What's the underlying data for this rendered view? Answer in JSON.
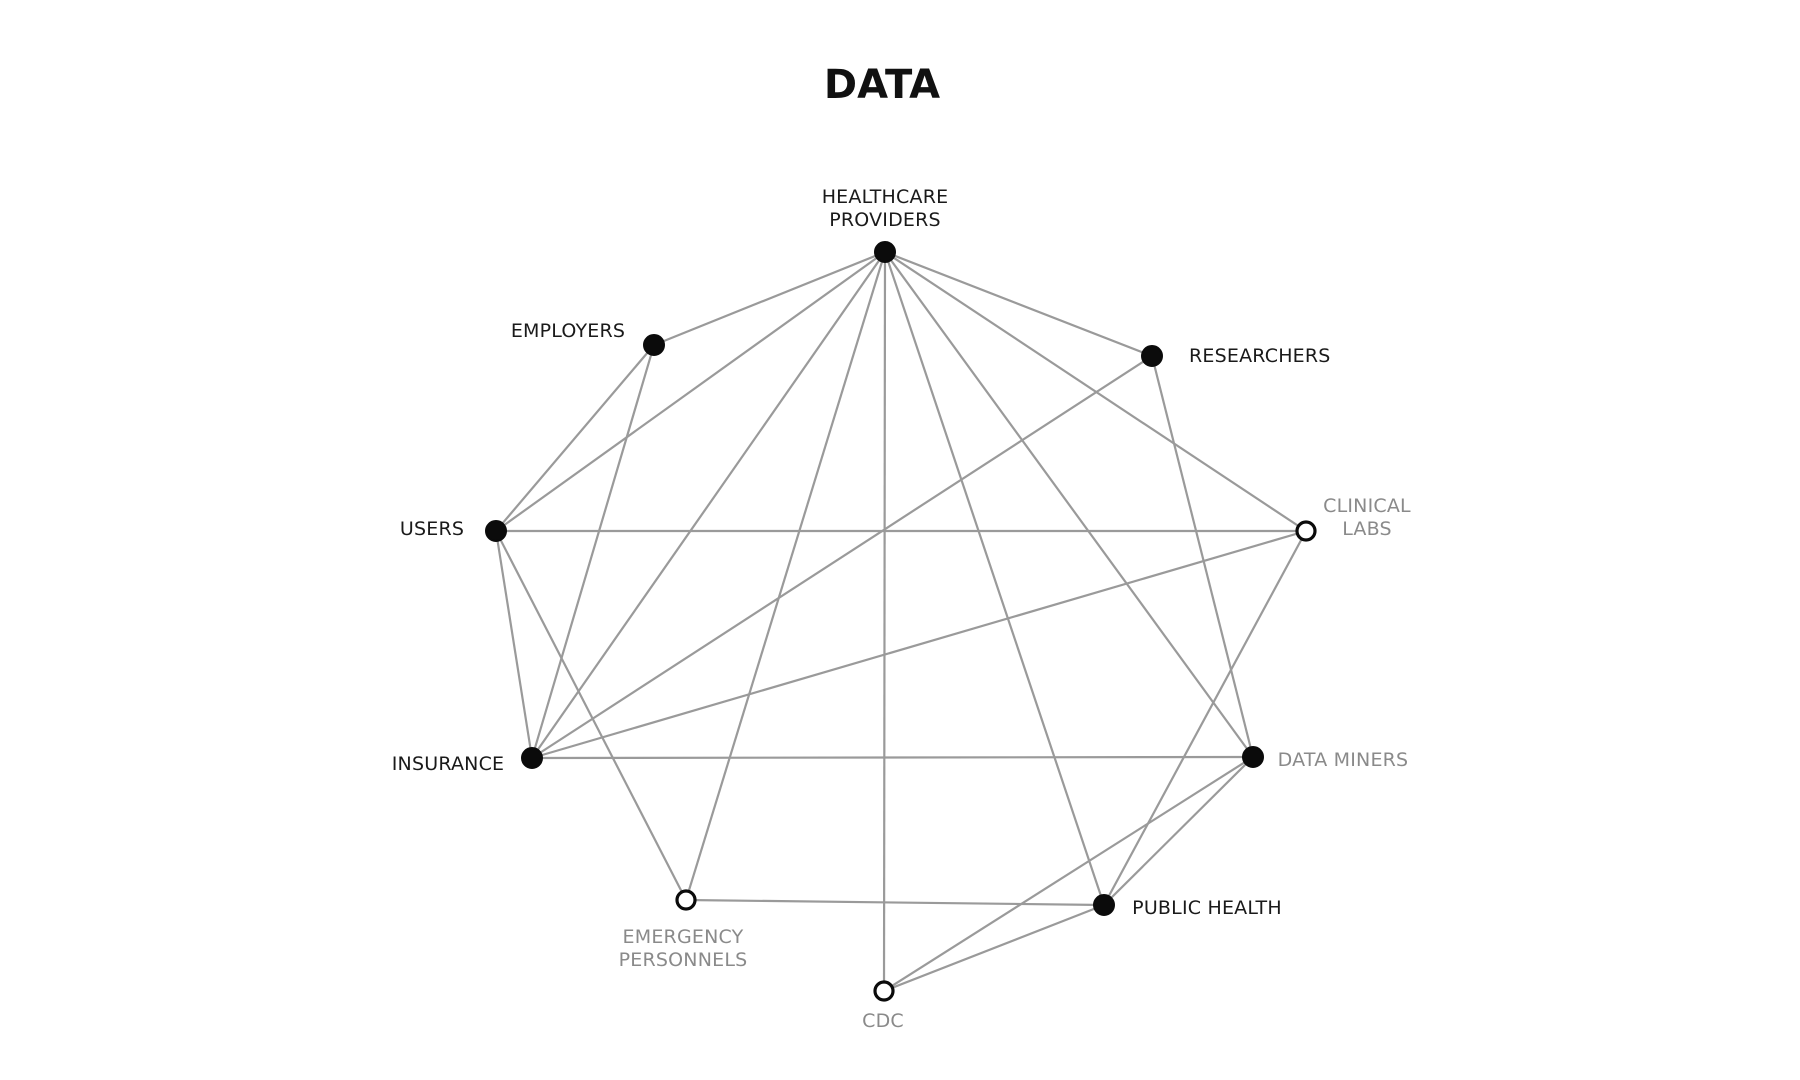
{
  "title": "DATA",
  "colors": {
    "edge": "#9a9a9a",
    "node_filled": "#0b0b0b",
    "label_active": "#1a1a1a",
    "label_inactive": "#8a8a8a"
  },
  "nodes": [
    {
      "id": "healthcare-providers",
      "label": [
        "HEALTHCARE",
        "PROVIDERS"
      ],
      "style": "filled"
    },
    {
      "id": "employers",
      "label": [
        "EMPLOYERS"
      ],
      "style": "filled"
    },
    {
      "id": "researchers",
      "label": [
        "RESEARCHERS"
      ],
      "style": "filled"
    },
    {
      "id": "users",
      "label": [
        "USERS"
      ],
      "style": "filled"
    },
    {
      "id": "clinical-labs",
      "label": [
        "CLINICAL",
        "LABS"
      ],
      "style": "open"
    },
    {
      "id": "insurance",
      "label": [
        "INSURANCE"
      ],
      "style": "filled"
    },
    {
      "id": "data-miners",
      "label": [
        "DATA MINERS"
      ],
      "style": "filled",
      "muted_label": true
    },
    {
      "id": "emergency-personnels",
      "label": [
        "EMERGENCY",
        "PERSONNELS"
      ],
      "style": "open"
    },
    {
      "id": "public-health",
      "label": [
        "PUBLIC HEALTH"
      ],
      "style": "filled"
    },
    {
      "id": "cdc",
      "label": [
        "CDC"
      ],
      "style": "open"
    }
  ],
  "edges": [
    [
      "healthcare-providers",
      "employers"
    ],
    [
      "healthcare-providers",
      "researchers"
    ],
    [
      "healthcare-providers",
      "users"
    ],
    [
      "healthcare-providers",
      "clinical-labs"
    ],
    [
      "healthcare-providers",
      "insurance"
    ],
    [
      "healthcare-providers",
      "data-miners"
    ],
    [
      "healthcare-providers",
      "emergency-personnels"
    ],
    [
      "healthcare-providers",
      "public-health"
    ],
    [
      "healthcare-providers",
      "cdc"
    ],
    [
      "employers",
      "users"
    ],
    [
      "employers",
      "insurance"
    ],
    [
      "researchers",
      "insurance"
    ],
    [
      "researchers",
      "data-miners"
    ],
    [
      "users",
      "clinical-labs"
    ],
    [
      "users",
      "insurance"
    ],
    [
      "users",
      "emergency-personnels"
    ],
    [
      "clinical-labs",
      "insurance"
    ],
    [
      "clinical-labs",
      "public-health"
    ],
    [
      "insurance",
      "data-miners"
    ],
    [
      "data-miners",
      "public-health"
    ],
    [
      "data-miners",
      "cdc"
    ],
    [
      "emergency-personnels",
      "public-health"
    ],
    [
      "public-health",
      "cdc"
    ]
  ]
}
